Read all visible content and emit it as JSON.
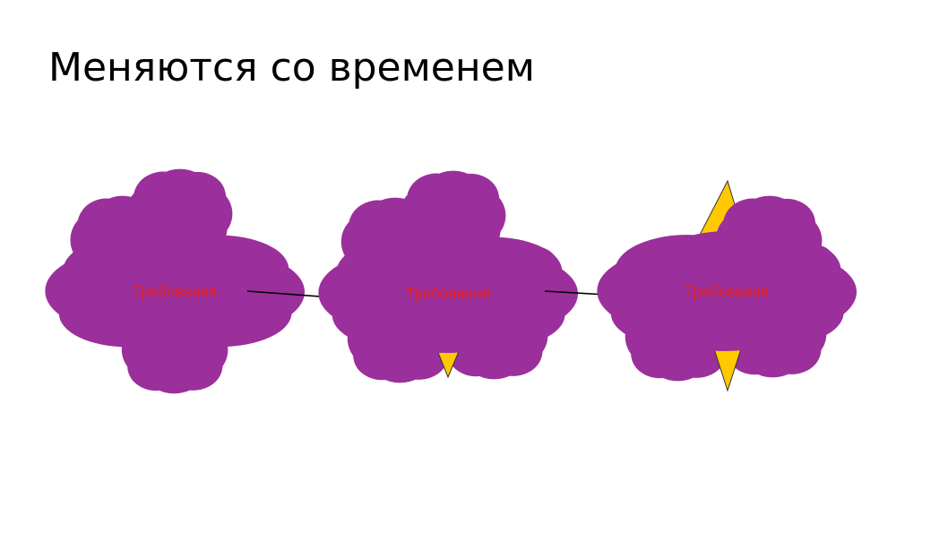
{
  "slide": {
    "title": "Меняются со временем"
  },
  "diagram": {
    "stages": [
      {
        "label": "Требования"
      },
      {
        "label": "Требования"
      },
      {
        "label": "Требования"
      }
    ]
  },
  "colors": {
    "cloud_stroke": "#9b2f9b",
    "label_text": "#e8211e",
    "triangle_fill": "#ffc800"
  }
}
